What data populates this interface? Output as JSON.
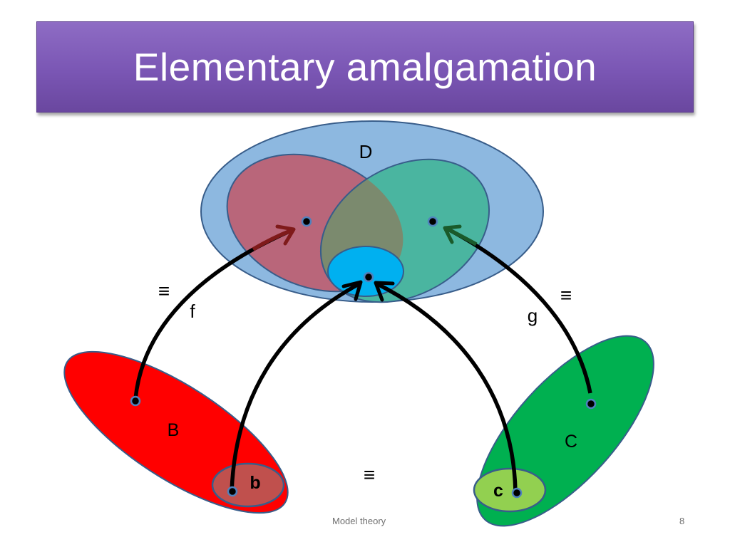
{
  "slide": {
    "title": "Elementary amalgamation",
    "footer": "Model theory",
    "page_number": "8"
  },
  "diagram": {
    "labels": {
      "D": "D",
      "B": "B",
      "C": "C",
      "b": "b",
      "c": "c",
      "f": "f",
      "g": "g",
      "equiv_left": "≡",
      "equiv_right": "≡",
      "equiv_bottom": "≡"
    },
    "colors": {
      "D": "#8db8e0",
      "D_left_region": "#b9667a",
      "D_right_region": "#4ab5a0",
      "D_overlap": "#7b8a6e",
      "D_center": "#00b0f0",
      "B": "#ff0000",
      "B_sub": "#c0504d",
      "C": "#00b050",
      "C_sub": "#92d050",
      "arrow": "#000000",
      "arrow_head_f": "#7f1a1a",
      "arrow_head_g": "#1a5a2a",
      "outline": "#385d8a"
    }
  }
}
